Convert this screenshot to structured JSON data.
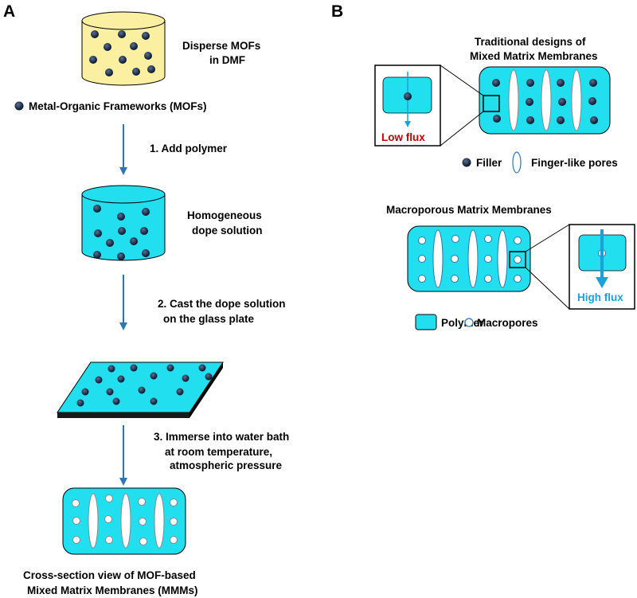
{
  "panels": {
    "a": "A",
    "b": "B"
  },
  "panel_a": {
    "disperse": [
      "Disperse MOFs",
      "in DMF"
    ],
    "legend_mof": "Metal-Organic Frameworks (MOFs)",
    "step1": "1. Add polymer",
    "homogeneous": [
      "Homogeneous",
      "dope solution"
    ],
    "step2": [
      "2. Cast the dope solution",
      "on the glass plate"
    ],
    "step3": [
      "3. Immerse into water bath",
      "at room temperature,",
      "atmospheric pressure"
    ],
    "cross_section": [
      "Cross-section view of MOF-based",
      "Mixed Matrix Membranes (MMMs)"
    ]
  },
  "panel_b": {
    "traditional_title": [
      "Traditional designs of",
      "Mixed Matrix Membranes"
    ],
    "low_flux": "Low flux",
    "legend_filler": "Filler",
    "legend_finger_pores": "Finger-like pores",
    "macroporous_title": "Macroporous Matrix Membranes",
    "high_flux": "High flux",
    "legend_polymer": "Polymer",
    "legend_macropores": "Macropores"
  },
  "colors": {
    "beaker_yellow": "#fbf0a2",
    "polymer_cyan": "#22dff0",
    "arrow_blue": "#2e75b6",
    "low_flux_red": "#c00000",
    "high_flux_blue": "#1ba1d8",
    "particle": "#0a1a33"
  }
}
